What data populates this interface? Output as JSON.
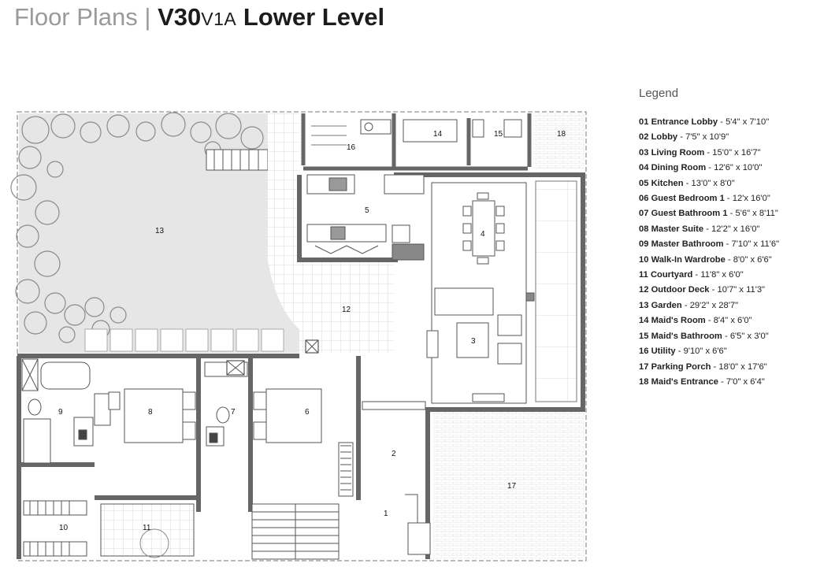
{
  "title": {
    "prefix": "Floor Plans",
    "separator": "|",
    "model": "V30",
    "version": "V1A",
    "level": "Lower Level"
  },
  "legend": {
    "heading": "Legend",
    "items": [
      {
        "num": "01",
        "name": "Entrance Lobby",
        "dims": "5'4\" x 7'10\""
      },
      {
        "num": "02",
        "name": "Lobby",
        "dims": "7'5\" x 10'9\""
      },
      {
        "num": "03",
        "name": "Living Room",
        "dims": "15'0\" x 16'7\""
      },
      {
        "num": "04",
        "name": "Dining Room",
        "dims": "12'6\" x 10'0\""
      },
      {
        "num": "05",
        "name": "Kitchen",
        "dims": "13'0\" x 8'0\""
      },
      {
        "num": "06",
        "name": "Guest Bedroom 1",
        "dims": "12'x 16'0\""
      },
      {
        "num": "07",
        "name": "Guest Bathroom 1",
        "dims": "5'6\" x 8'11\""
      },
      {
        "num": "08",
        "name": "Master Suite",
        "dims": "12'2\" x 16'0\""
      },
      {
        "num": "09",
        "name": "Master Bathroom",
        "dims": "7'10\" x 11'6\""
      },
      {
        "num": "10",
        "name": "Walk-In Wardrobe",
        "dims": "8'0\" x 6'6\""
      },
      {
        "num": "11",
        "name": "Courtyard",
        "dims": "11'8\" x 6'0\""
      },
      {
        "num": "12",
        "name": "Outdoor Deck",
        "dims": "10'7\" x 11'3\""
      },
      {
        "num": "13",
        "name": "Garden",
        "dims": "29'2\" x 28'7\""
      },
      {
        "num": "14",
        "name": "Maid's Room",
        "dims": "8'4\" x 6'0\""
      },
      {
        "num": "15",
        "name": "Maid's Bathroom",
        "dims": "6'5\" x 3'0\""
      },
      {
        "num": "16",
        "name": "Utility",
        "dims": "9'10\" x 6'6\""
      },
      {
        "num": "17",
        "name": "Parking Porch",
        "dims": "18'0\" x 17'6\""
      },
      {
        "num": "18",
        "name": "Maid's Entrance",
        "dims": "7'0\" x 6'4\""
      }
    ]
  },
  "plan_labels": {
    "r1": "1",
    "r2": "2",
    "r3": "3",
    "r4": "4",
    "r5": "5",
    "r6": "6",
    "r7": "7",
    "r8": "8",
    "r9": "9",
    "r10": "10",
    "r11": "11",
    "r12": "12",
    "r13": "13",
    "r14": "14",
    "r15": "15",
    "r16": "16",
    "r17": "17",
    "r18": "18"
  },
  "colors": {
    "wall": "#666666",
    "garden": "#e6e6e6",
    "grid": "#cfcfcf",
    "legend_heading": "#555555"
  }
}
